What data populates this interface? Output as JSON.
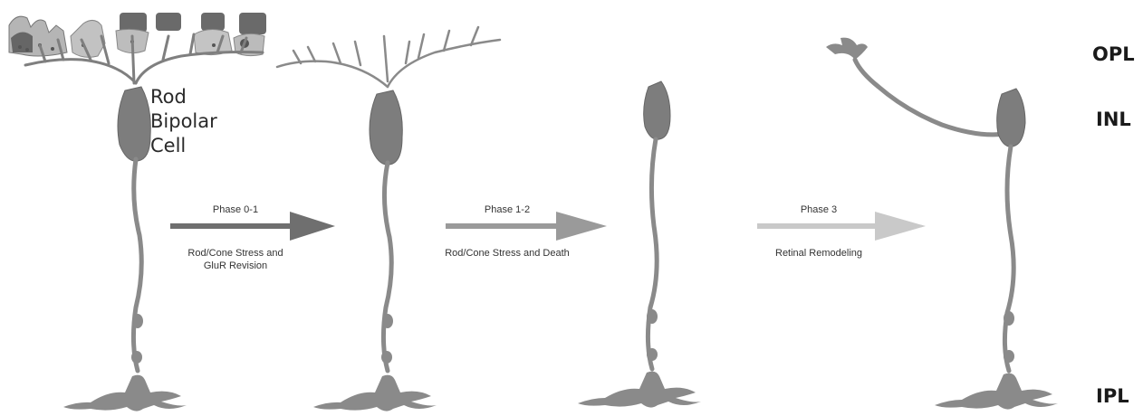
{
  "layers": [
    "OPL",
    "INL",
    "IPL"
  ],
  "cell_label": [
    "Rod",
    "Bipolar",
    "Cell"
  ],
  "phases": [
    {
      "title": "Phase 0-1",
      "caption": [
        "Rod/Cone Stress and",
        "GluR Revision"
      ],
      "arrow_color": "#6f6f6f"
    },
    {
      "title": "Phase 1-2",
      "caption": [
        "Rod/Cone Stress and Death"
      ],
      "arrow_color": "#9a9a9a"
    },
    {
      "title": "Phase 3",
      "caption": [
        "Retinal Remodeling"
      ],
      "arrow_color": "#c9c9c9"
    }
  ],
  "colors": {
    "cell_fill": "#8c8c8c",
    "cell_body": "#7a7a7a",
    "photoreceptor_fill": "#b8b8b8",
    "photoreceptor_dark": "#666666",
    "text": "#1a1a1a"
  }
}
